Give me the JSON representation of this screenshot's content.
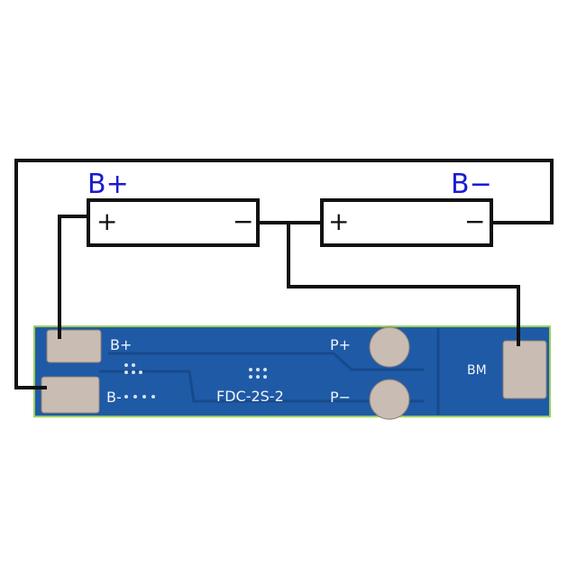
{
  "diagram": {
    "labels": {
      "b_plus": "B+",
      "b_minus": "B−"
    },
    "battery1": {
      "plus": "+",
      "minus": "−"
    },
    "battery2": {
      "plus": "+",
      "minus": "−"
    },
    "board": {
      "model": "FDC-2S-2",
      "pad_b_plus": "B+",
      "pad_b_minus": "B-",
      "pad_p_plus": "P+",
      "pad_p_minus": "P−",
      "pad_bm": "BM"
    },
    "colors": {
      "pcb": "#1f5aa6",
      "pad": "#c9bcb2",
      "label": "#1a1ad0",
      "wire": "#111111"
    }
  }
}
